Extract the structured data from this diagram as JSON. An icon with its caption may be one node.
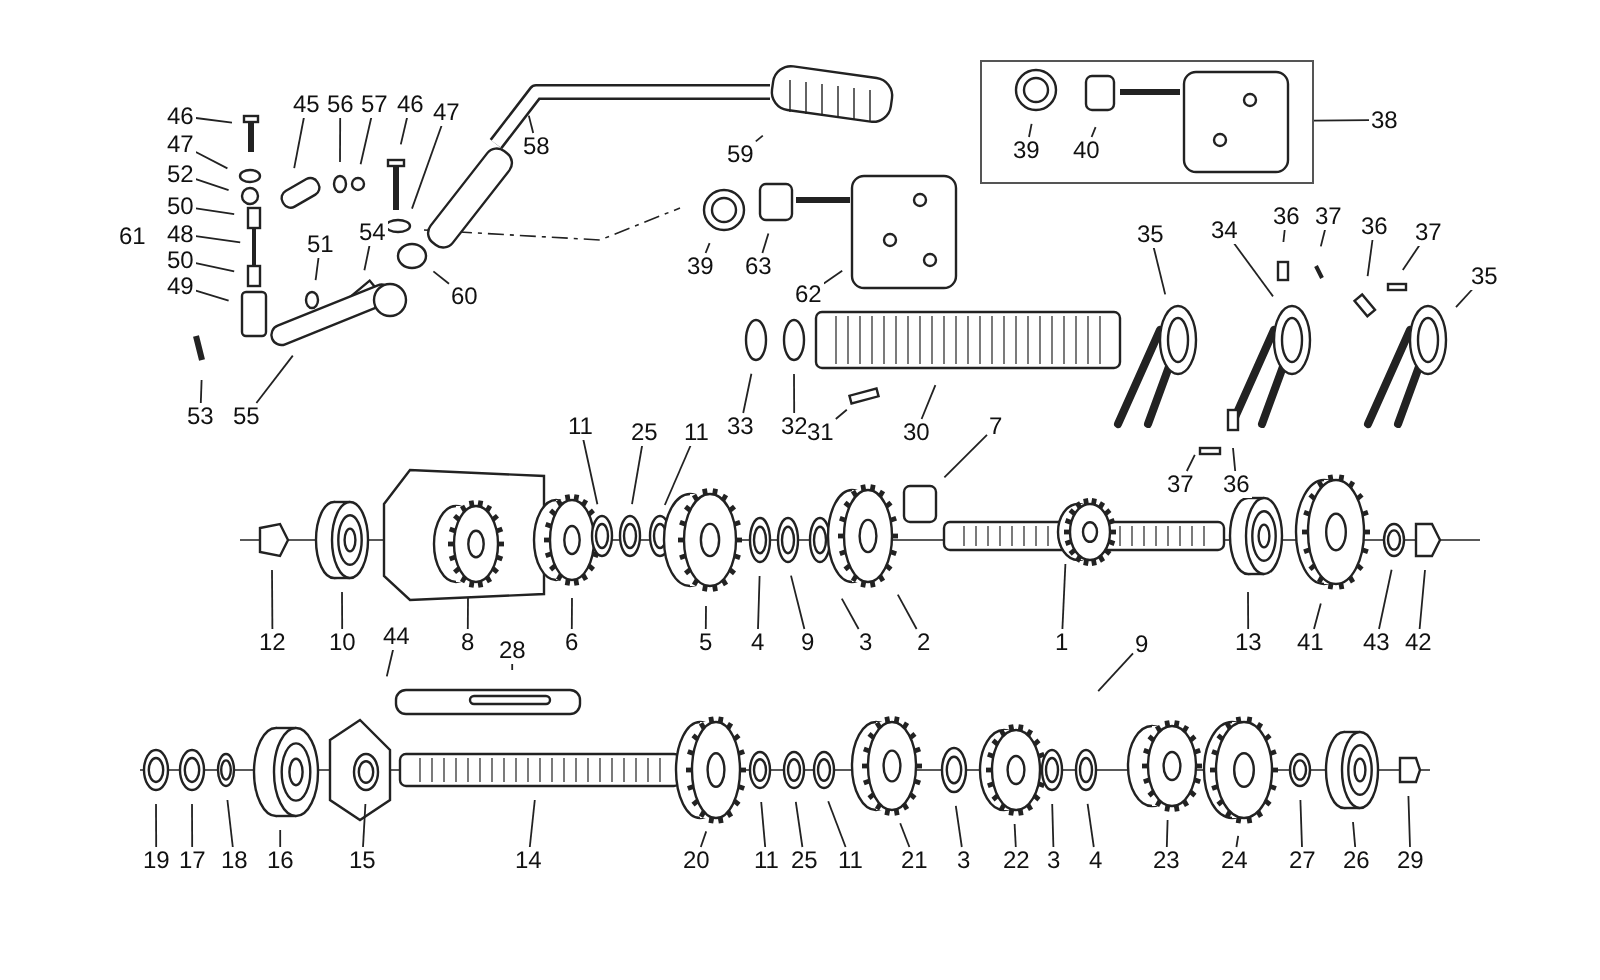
{
  "diagram": {
    "nodes": [
      {
        "text": [
          "46"
        ]
      },
      {
        "text": [
          "47"
        ]
      },
      {
        "text": [
          "52"
        ]
      },
      {
        "text": [
          "50"
        ]
      },
      {
        "text": [
          "48"
        ]
      },
      {
        "text": [
          "50"
        ]
      },
      {
        "text": [
          "49"
        ]
      },
      {
        "text": [
          "45"
        ]
      },
      {
        "text": [
          "56"
        ]
      },
      {
        "text": [
          "57"
        ]
      },
      {
        "text": [
          "46"
        ]
      },
      {
        "text": [
          "47"
        ]
      },
      {
        "text": [
          "58"
        ]
      },
      {
        "text": [
          "59"
        ]
      },
      {
        "text": [
          "51"
        ]
      },
      {
        "text": [
          "54"
        ]
      },
      {
        "text": [
          "60"
        ]
      },
      {
        "text": [
          "53"
        ]
      },
      {
        "text": [
          "55"
        ]
      },
      {
        "text": [],
        "shape": "box"
      },
      {
        "text": [
          "39"
        ],
        "in": 19
      },
      {
        "text": [
          "40"
        ],
        "in": 19
      },
      {
        "text": [
          "38"
        ]
      },
      {
        "text": [
          "39"
        ]
      },
      {
        "text": [
          "63"
        ]
      },
      {
        "text": [
          "62"
        ]
      },
      {
        "text": [
          "35"
        ]
      },
      {
        "text": [
          "34"
        ]
      },
      {
        "text": [
          "36"
        ]
      },
      {
        "text": [
          "37"
        ]
      },
      {
        "text": [
          "36"
        ]
      },
      {
        "text": [
          "37"
        ]
      },
      {
        "text": [
          "35"
        ]
      },
      {
        "text": [
          "33"
        ]
      },
      {
        "text": [
          "32"
        ]
      },
      {
        "text": [
          "31"
        ]
      },
      {
        "text": [
          "30"
        ]
      },
      {
        "text": [
          "37"
        ]
      },
      {
        "text": [
          "36"
        ]
      },
      {
        "text": [
          "11"
        ]
      },
      {
        "text": [
          "25"
        ]
      },
      {
        "text": [
          "11"
        ]
      },
      {
        "text": [
          "7"
        ]
      },
      {
        "text": [
          "12"
        ]
      },
      {
        "text": [
          "10"
        ]
      },
      {
        "text": [
          "8"
        ]
      },
      {
        "text": [
          "6"
        ]
      },
      {
        "text": [
          "5"
        ]
      },
      {
        "text": [
          "4"
        ]
      },
      {
        "text": [
          "9"
        ]
      },
      {
        "text": [
          "3"
        ]
      },
      {
        "text": [
          "2"
        ]
      },
      {
        "text": [
          "1"
        ]
      },
      {
        "text": [
          "9"
        ]
      },
      {
        "text": [
          "13"
        ]
      },
      {
        "text": [
          "41"
        ]
      },
      {
        "text": [
          "43"
        ]
      },
      {
        "text": [
          "42"
        ]
      },
      {
        "text": [
          "44"
        ]
      },
      {
        "text": [
          "28"
        ]
      },
      {
        "text": [
          "19"
        ]
      },
      {
        "text": [
          "17"
        ]
      },
      {
        "text": [
          "18"
        ]
      },
      {
        "text": [
          "16"
        ]
      },
      {
        "text": [
          "15"
        ]
      },
      {
        "text": [
          "14"
        ]
      },
      {
        "text": [
          "20"
        ]
      },
      {
        "text": [
          "11"
        ]
      },
      {
        "text": [
          "25"
        ]
      },
      {
        "text": [
          "11"
        ]
      },
      {
        "text": [
          "21"
        ]
      },
      {
        "text": [
          "3"
        ]
      },
      {
        "text": [
          "22"
        ]
      },
      {
        "text": [
          "3"
        ]
      },
      {
        "text": [
          "4"
        ]
      },
      {
        "text": [
          "23"
        ]
      },
      {
        "text": [
          "24"
        ]
      },
      {
        "text": [
          "27"
        ]
      },
      {
        "text": [
          "26"
        ]
      },
      {
        "text": [
          "29"
        ]
      },
      {
        "text": [
          "61"
        ]
      }
    ],
    "edges": [
      {
        "from": 0,
        "to": null,
        "arrow": "none"
      },
      {
        "from": 1,
        "to": null,
        "arrow": "none"
      },
      {
        "from": 2,
        "to": null,
        "arrow": "none"
      },
      {
        "from": 3,
        "to": null,
        "arrow": "none"
      },
      {
        "from": 4,
        "to": null,
        "arrow": "none"
      },
      {
        "from": 5,
        "to": null,
        "arrow": "none"
      },
      {
        "from": 6,
        "to": null,
        "arrow": "none"
      },
      {
        "from": 7,
        "to": null,
        "arrow": "none"
      },
      {
        "from": 8,
        "to": null,
        "arrow": "none"
      },
      {
        "from": 9,
        "to": null,
        "arrow": "none"
      },
      {
        "from": 10,
        "to": null,
        "arrow": "none"
      },
      {
        "from": 11,
        "to": null,
        "arrow": "none"
      },
      {
        "from": 12,
        "to": null,
        "arrow": "none"
      },
      {
        "from": 13,
        "to": null,
        "arrow": "none"
      },
      {
        "from": 14,
        "to": null,
        "arrow": "none"
      },
      {
        "from": 15,
        "to": null,
        "arrow": "none"
      },
      {
        "from": 16,
        "to": null,
        "arrow": "none"
      },
      {
        "from": 17,
        "to": null,
        "arrow": "none"
      },
      {
        "from": 18,
        "to": null,
        "arrow": "none"
      },
      {
        "from": 20,
        "to": null,
        "arrow": "none"
      },
      {
        "from": 21,
        "to": null,
        "arrow": "none"
      },
      {
        "from": 22,
        "to": 19,
        "arrow": "none"
      },
      {
        "from": 23,
        "to": null,
        "arrow": "none"
      },
      {
        "from": 24,
        "to": null,
        "arrow": "none"
      },
      {
        "from": 25,
        "to": null,
        "arrow": "none"
      },
      {
        "from": 26,
        "to": null,
        "arrow": "none"
      },
      {
        "from": 27,
        "to": null,
        "arrow": "none"
      },
      {
        "from": 28,
        "to": null,
        "arrow": "none"
      },
      {
        "from": 29,
        "to": null,
        "arrow": "none"
      },
      {
        "from": 30,
        "to": null,
        "arrow": "none"
      },
      {
        "from": 31,
        "to": null,
        "arrow": "none"
      },
      {
        "from": 32,
        "to": null,
        "arrow": "none"
      },
      {
        "from": 33,
        "to": null,
        "arrow": "none"
      },
      {
        "from": 34,
        "to": null,
        "arrow": "none"
      },
      {
        "from": 35,
        "to": null,
        "arrow": "none"
      },
      {
        "from": 36,
        "to": null,
        "arrow": "none"
      },
      {
        "from": 37,
        "to": null,
        "arrow": "none"
      },
      {
        "from": 38,
        "to": null,
        "arrow": "none"
      },
      {
        "from": 39,
        "to": null,
        "arrow": "none"
      },
      {
        "from": 40,
        "to": null,
        "arrow": "none"
      },
      {
        "from": 41,
        "to": null,
        "arrow": "none"
      },
      {
        "from": 42,
        "to": null,
        "arrow": "none"
      },
      {
        "from": 43,
        "to": null,
        "arrow": "none"
      },
      {
        "from": 44,
        "to": null,
        "arrow": "none"
      },
      {
        "from": 45,
        "to": null,
        "arrow": "none"
      },
      {
        "from": 46,
        "to": null,
        "arrow": "none"
      },
      {
        "from": 47,
        "to": null,
        "arrow": "none"
      },
      {
        "from": 48,
        "to": null,
        "arrow": "none"
      },
      {
        "from": 49,
        "to": null,
        "arrow": "none"
      },
      {
        "from": 50,
        "to": null,
        "arrow": "none"
      },
      {
        "from": 51,
        "to": null,
        "arrow": "none"
      },
      {
        "from": 52,
        "to": null,
        "arrow": "none"
      },
      {
        "from": 53,
        "to": null,
        "arrow": "none"
      },
      {
        "from": 54,
        "to": null,
        "arrow": "none"
      },
      {
        "from": 55,
        "to": null,
        "arrow": "none"
      },
      {
        "from": 56,
        "to": null,
        "arrow": "none"
      },
      {
        "from": 57,
        "to": null,
        "arrow": "none"
      },
      {
        "from": 58,
        "to": null,
        "arrow": "none"
      },
      {
        "from": 59,
        "to": null,
        "arrow": "none"
      },
      {
        "from": 60,
        "to": null,
        "arrow": "none"
      },
      {
        "from": 61,
        "to": null,
        "arrow": "none"
      },
      {
        "from": 62,
        "to": null,
        "arrow": "none"
      },
      {
        "from": 63,
        "to": null,
        "arrow": "none"
      },
      {
        "from": 64,
        "to": null,
        "arrow": "none"
      },
      {
        "from": 65,
        "to": null,
        "arrow": "none"
      },
      {
        "from": 66,
        "to": null,
        "arrow": "none"
      },
      {
        "from": 67,
        "to": null,
        "arrow": "none"
      },
      {
        "from": 68,
        "to": null,
        "arrow": "none"
      },
      {
        "from": 69,
        "to": null,
        "arrow": "none"
      },
      {
        "from": 70,
        "to": null,
        "arrow": "none"
      },
      {
        "from": 71,
        "to": null,
        "arrow": "none"
      },
      {
        "from": 72,
        "to": null,
        "arrow": "none"
      },
      {
        "from": 73,
        "to": null,
        "arrow": "none"
      },
      {
        "from": 74,
        "to": null,
        "arrow": "none"
      },
      {
        "from": 75,
        "to": null,
        "arrow": "none"
      },
      {
        "from": 76,
        "to": null,
        "arrow": "none"
      },
      {
        "from": 77,
        "to": null,
        "arrow": "none"
      },
      {
        "from": 78,
        "to": null,
        "arrow": "none"
      },
      {
        "from": 79,
        "to": null,
        "arrow": "none"
      }
    ]
  }
}
